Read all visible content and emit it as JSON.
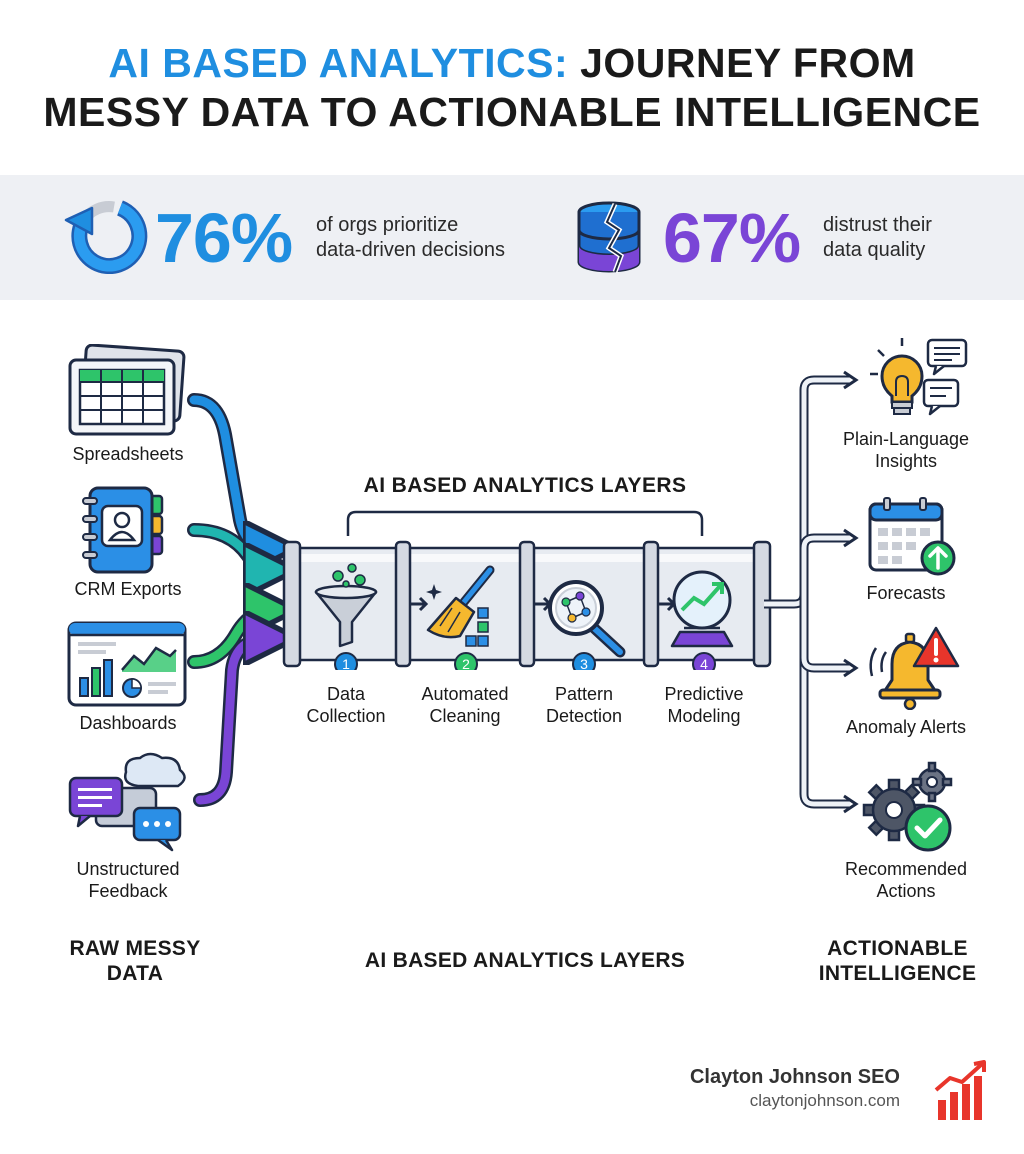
{
  "header": {
    "title_accent": "AI BASED ANALYTICS:",
    "title_line1_rest": "JOURNEY FROM",
    "title_line2": "MESSY DATA TO ACTIONABLE INTELLIGENCE"
  },
  "stats": [
    {
      "value": "76%",
      "line1": "of orgs prioritize",
      "line2": "data-driven decisions",
      "color": "#1f8ee0",
      "icon": "circular-arrow-icon"
    },
    {
      "value": "67%",
      "line1": "distrust their",
      "line2": "data quality",
      "color": "#7a45d6",
      "icon": "broken-database-icon"
    }
  ],
  "sources": [
    {
      "label": "Spreadsheets",
      "icon": "spreadsheet-icon",
      "arrow_color": "#1f8ee0"
    },
    {
      "label": "CRM Exports",
      "icon": "contact-book-icon",
      "arrow_color": "#20b5b0"
    },
    {
      "label": "Dashboards",
      "icon": "dashboard-icon",
      "arrow_color": "#2ec46a"
    },
    {
      "label": "Unstructured\nFeedback",
      "line1": "Unstructured",
      "line2": "Feedback",
      "icon": "chat-bubbles-icon",
      "arrow_color": "#7a45d6"
    }
  ],
  "layers": {
    "title": "AI BASED ANALYTICS LAYERS",
    "steps": [
      {
        "number": "1",
        "line1": "Data",
        "line2": "Collection",
        "color": "#1f8ee0",
        "icon": "funnel-icon"
      },
      {
        "number": "2",
        "line1": "Automated",
        "line2": "Cleaning",
        "color": "#2ec46a",
        "icon": "brush-icon"
      },
      {
        "number": "3",
        "line1": "Pattern",
        "line2": "Detection",
        "color": "#1f8ee0",
        "icon": "magnifier-icon"
      },
      {
        "number": "4",
        "line1": "Predictive",
        "line2": "Modeling",
        "color": "#7a45d6",
        "icon": "crystal-ball-icon"
      }
    ]
  },
  "outputs": [
    {
      "line1": "Plain-Language",
      "line2": "Insights",
      "icon": "lightbulb-icon"
    },
    {
      "line1": "Forecasts",
      "line2": "",
      "icon": "calendar-icon"
    },
    {
      "line1": "Anomaly Alerts",
      "line2": "",
      "icon": "bell-alert-icon"
    },
    {
      "line1": "Recommended",
      "line2": "Actions",
      "icon": "gears-check-icon"
    }
  ],
  "columns": {
    "left_line1": "RAW MESSY",
    "left_line2": "DATA",
    "middle": "AI BASED ANALYTICS LAYERS",
    "right_line1": "ACTIONABLE",
    "right_line2": "INTELLIGENCE"
  },
  "brand": {
    "name": "Clayton Johnson SEO",
    "url": "claytonjohnson.com",
    "logo_color": "#e8352b"
  }
}
